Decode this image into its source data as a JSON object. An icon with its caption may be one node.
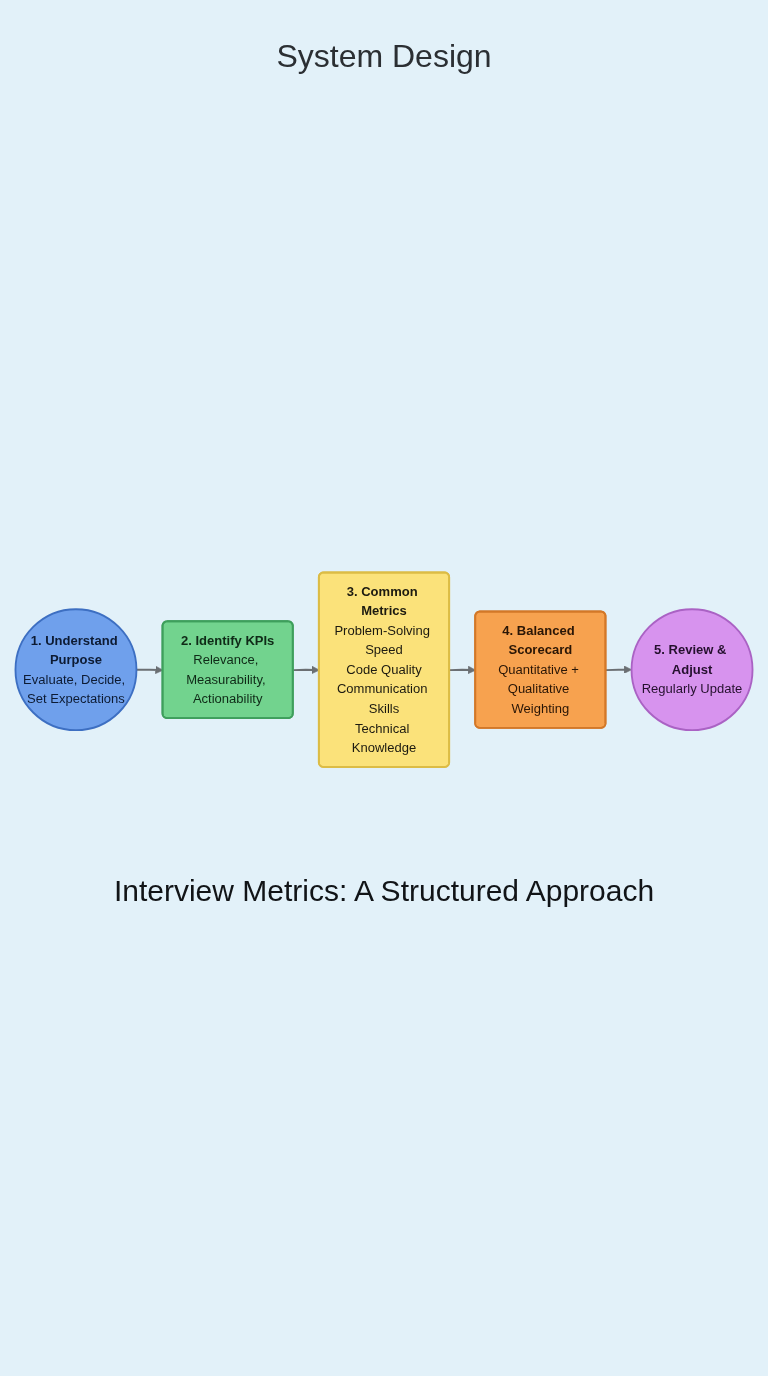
{
  "diagram": {
    "title": "System Design",
    "caption": "Interview Metrics: A Structured Approach",
    "nodes": [
      {
        "text": [
          "1. Understand Purpose",
          "Evaluate, Decide, Set Expectations"
        ]
      },
      {
        "text": [
          "2. Identify KPIs",
          "Relevance, Measurability, Actionability"
        ]
      },
      {
        "text": [
          "3. Common Metrics",
          "Problem-Solving Speed",
          "Code Quality",
          "Communication Skills",
          "Technical Knowledge"
        ]
      },
      {
        "text": [
          "4. Balanced Scorecard",
          "Quantitative + Qualitative Weighting"
        ]
      },
      {
        "text": [
          "5. Review & Adjust",
          "Regularly Update"
        ]
      }
    ],
    "edges": [
      {
        "from": 0,
        "to": 1,
        "arrow": "to"
      },
      {
        "from": 1,
        "to": 2,
        "arrow": "to"
      },
      {
        "from": 2,
        "to": 3,
        "arrow": "to"
      },
      {
        "from": 3,
        "to": 4,
        "arrow": "to"
      }
    ]
  }
}
